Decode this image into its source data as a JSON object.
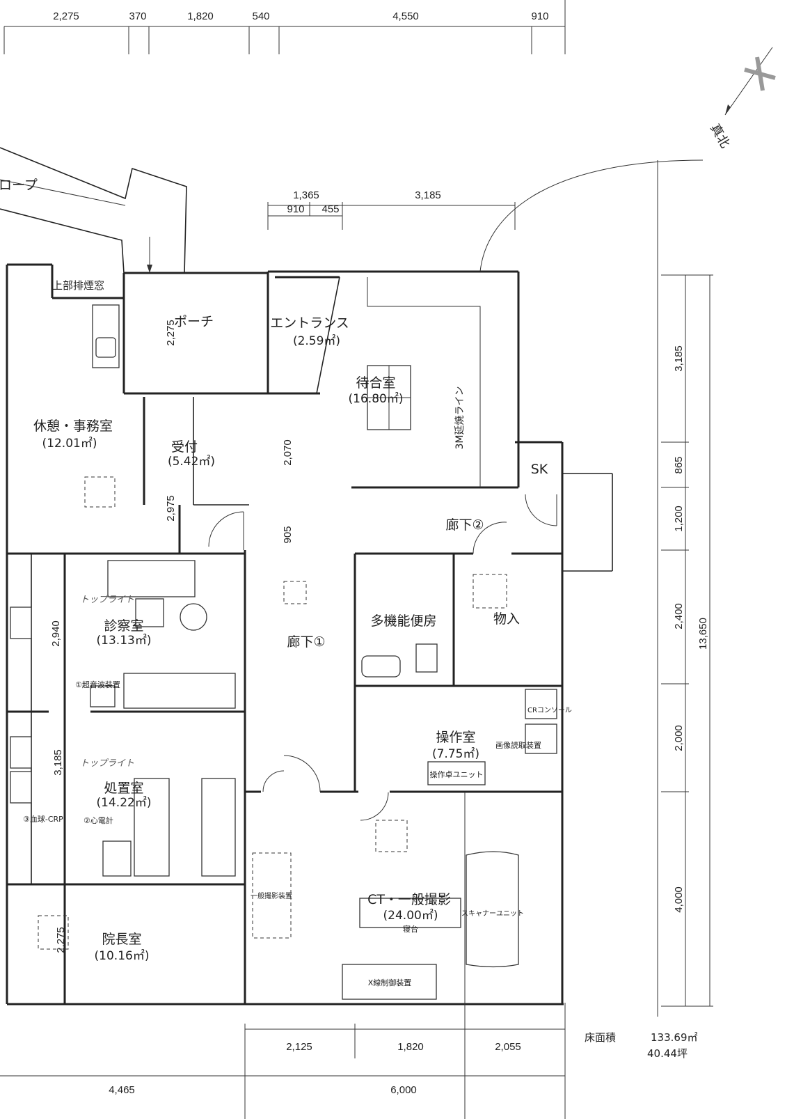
{
  "top_dimensions": [
    "2,275",
    "370",
    "1,820",
    "540",
    "4,550",
    "910"
  ],
  "entrance_dimensions": {
    "upper": [
      "1,365",
      "3,185"
    ],
    "lower": [
      "910",
      "455"
    ]
  },
  "right_dimensions": [
    "3,185",
    "865",
    "1,200",
    "2,400",
    "2,000",
    "4,000"
  ],
  "right_total": "13,650",
  "bottom_dimensions": [
    "2,125",
    "1,820",
    "2,055"
  ],
  "bottom_totals": [
    "4,465",
    "6,000"
  ],
  "left_dimensions": [
    "2,940",
    "3,185",
    "2,275"
  ],
  "inner_dimensions": {
    "porch": "2,275",
    "reception": "2,975",
    "corridor_upper": "2,070",
    "corridor_lower": "905"
  },
  "north_arrow": "真北",
  "rooms": {
    "slope": "ロープ",
    "smoke_window": "上部排煙窓",
    "porch": "ポーチ",
    "entrance": {
      "name": "エントランス",
      "area": "(2.59㎡)"
    },
    "waiting": {
      "name": "待合室",
      "area": "(16.80㎡)"
    },
    "fire_line": "3M延焼ライン",
    "office": {
      "name": "休憩・事務室",
      "area": "(12.01㎡)"
    },
    "reception": {
      "name": "受付",
      "area": "(5.42㎡)"
    },
    "sk": "SK",
    "corridor2": "廊下②",
    "corridor1": "廊下①",
    "exam": {
      "name": "診察室",
      "area": "(13.13㎡)"
    },
    "toilet": "多機能便房",
    "storage": "物入",
    "control": {
      "name": "操作室",
      "area": "(7.75㎡)"
    },
    "treatment": {
      "name": "処置室",
      "area": "(14.22㎡)"
    },
    "ct": {
      "name": "CT・一般撮影",
      "area": "(24.00㎡)"
    },
    "director": {
      "name": "院長室",
      "area": "(10.16㎡)"
    }
  },
  "equipment": {
    "ultrasound": "①超音波装置",
    "blood": "③血球-CRP",
    "ecg": "②心電計",
    "cr_console": "CRコンソール",
    "image_reader": "画像読取装置",
    "operator_unit": "操作卓ユニット",
    "general_xray": "一般撮影装置",
    "scanner": "スキャナーユニット",
    "bed": "寝台",
    "xray_control": "X線制御装置"
  },
  "handwritten": [
    "トップライト",
    "トップライト"
  ],
  "floor_area": {
    "label": "床面積",
    "sqm": "133.69㎡",
    "tsubo": "40.44坪"
  }
}
